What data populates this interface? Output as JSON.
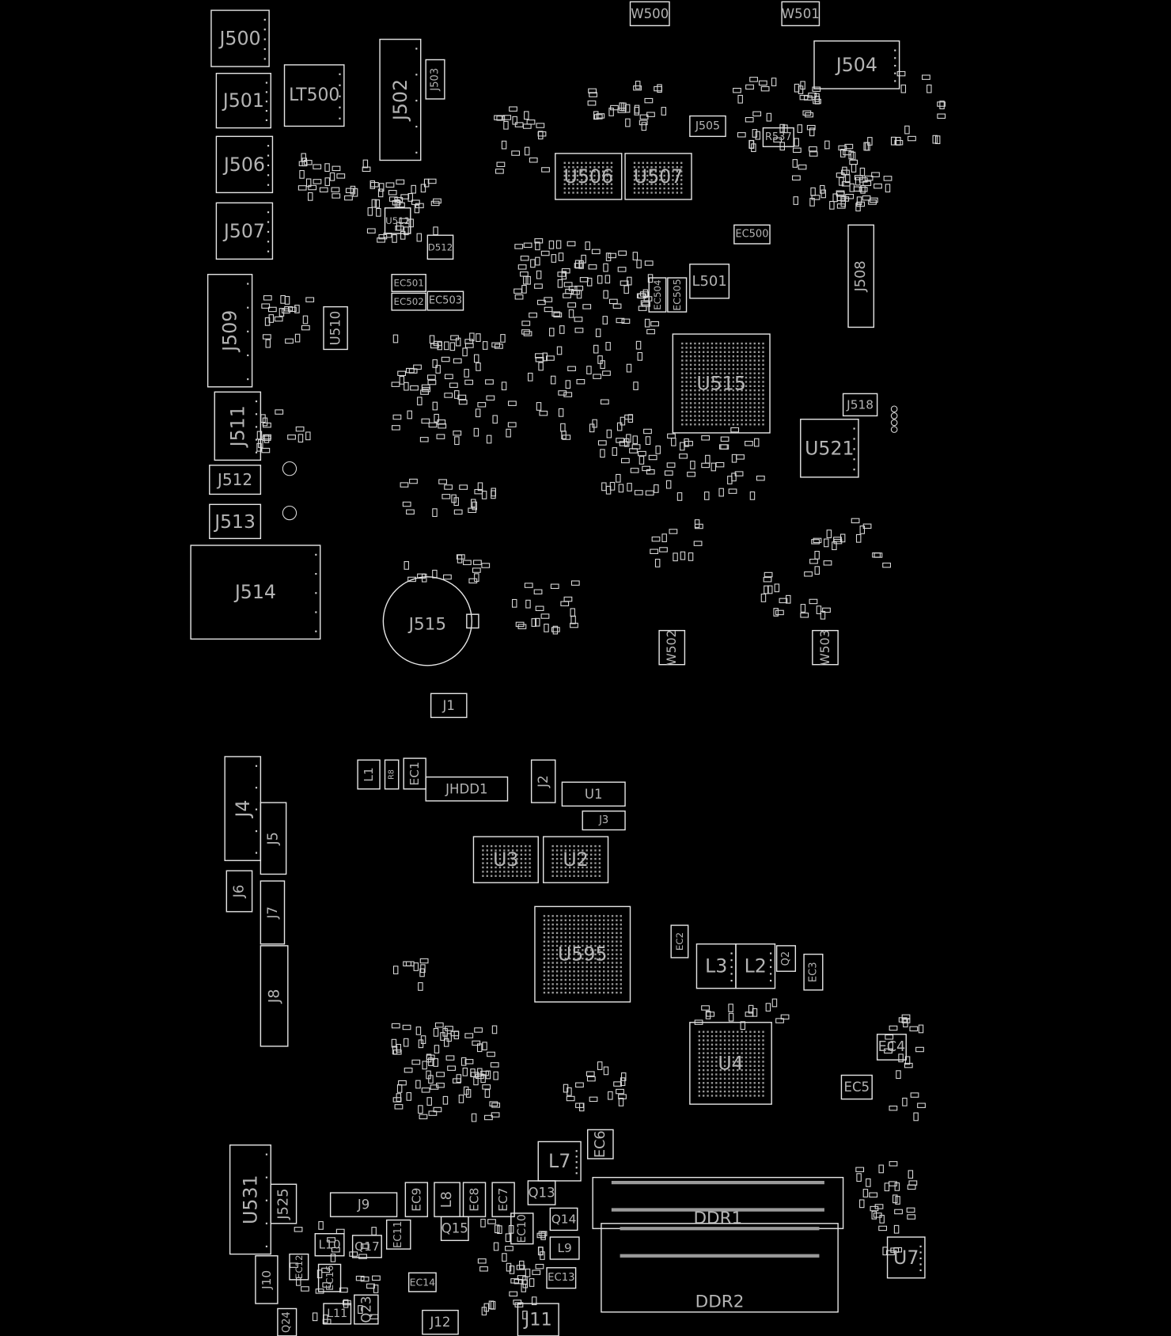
{
  "view": {
    "title": "Motherboard boardview",
    "background": "#000000",
    "outline_color": "#e6e6e6",
    "label_color": "#b4b4b4"
  },
  "components": [
    "J500",
    "J501",
    "LT500",
    "J502",
    "J503",
    "J506",
    "J507",
    "J504",
    "J505",
    "U506",
    "U507",
    "J508",
    "L501",
    "EC500",
    "EC501",
    "EC502",
    "EC503",
    "EC504",
    "EC505",
    "J509",
    "U510",
    "U515",
    "U521",
    "J518",
    "J511",
    "J512",
    "J513",
    "J514",
    "J515",
    "W500",
    "W501",
    "W502",
    "W503",
    "J1",
    "L1",
    "R8",
    "EC1",
    "JHDD1",
    "J2",
    "U1",
    "J3",
    "U3",
    "U2",
    "J4",
    "J5",
    "J6",
    "J7",
    "J8",
    "U595",
    "EC2",
    "L3",
    "L2",
    "Q2",
    "EC3",
    "U4",
    "EC4",
    "EC5",
    "EC6",
    "L7",
    "U531",
    "J525",
    "J9",
    "EC9",
    "L8",
    "EC8",
    "EC7",
    "Q13",
    "DDR1",
    "DDR2",
    "Q14",
    "Q15",
    "EC11",
    "EC10",
    "L10",
    "Q17",
    "L9",
    "J10",
    "EC12",
    "EC16",
    "EC14",
    "EC13",
    "L11",
    "Q23",
    "J12",
    "J11",
    "Q24",
    "U7",
    "D512",
    "U512",
    "R537"
  ]
}
